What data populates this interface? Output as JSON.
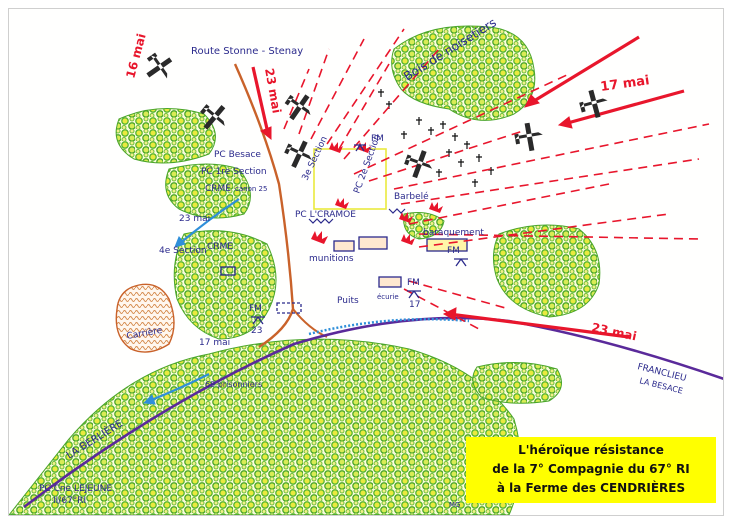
{
  "title_lines": [
    "L'héroïque résistance",
    "de la 7° Compagnie du 67° RI",
    "à la Ferme des CENDRIÈRES"
  ],
  "labels": {
    "route_stonne": "Route Stonne - Stenay",
    "bois_noisetiers": "Bois de noisetiers",
    "date_16mai": "16 mai",
    "date_23mai_top": "23 mai",
    "date_17mai_right": "17 mai",
    "date_23mai_left": "23 mai",
    "date_23mai_bottom": "23 mai",
    "date_17mai_bottom": "17 mai",
    "date_17_fm": "17",
    "date_23_fm": "23",
    "pc_2e_section": "PC 2e Section",
    "section_3": "3e Section",
    "pc_1re_section": "PC 1re Section",
    "pc_besace": "PC Besace",
    "section_4": "4e Section",
    "pc_cramoe": "PC L'CRAMOE",
    "crme_1": "CRME",
    "crme_2": "CRME",
    "canon": "canon 25",
    "fm": "FM",
    "barbele": "Barbelé",
    "baraquement": "baraquement",
    "munitions": "munitions",
    "puits": "Puits",
    "ecurie": "écurie",
    "carriere": "Carrière",
    "prisonniers": "69 prisonniers",
    "franclieu": "FRANCLIEU",
    "la_besace": "LA BESACE",
    "la_berliere": "LA BERLIÈRE",
    "pc_lejeune": "PC Cne LEJEUNE",
    "pc_lejeune_bat": "II/67°RI",
    "signature": "MG"
  },
  "colors": {
    "attack_red": "#e8162c",
    "road_brown": "#c9622a",
    "road_purple": "#5a2a9a",
    "water_blue": "#2f8fd9",
    "ink_blue": "#2b2a8c",
    "forest_green": "#55b430",
    "forest_yellow": "#e9ea3e",
    "caption_bg": "#ffff00"
  },
  "icons": [
    "plane-icon",
    "cross-icon",
    "barbed-wire-icon",
    "explosion-icon",
    "machine-gun-icon"
  ]
}
